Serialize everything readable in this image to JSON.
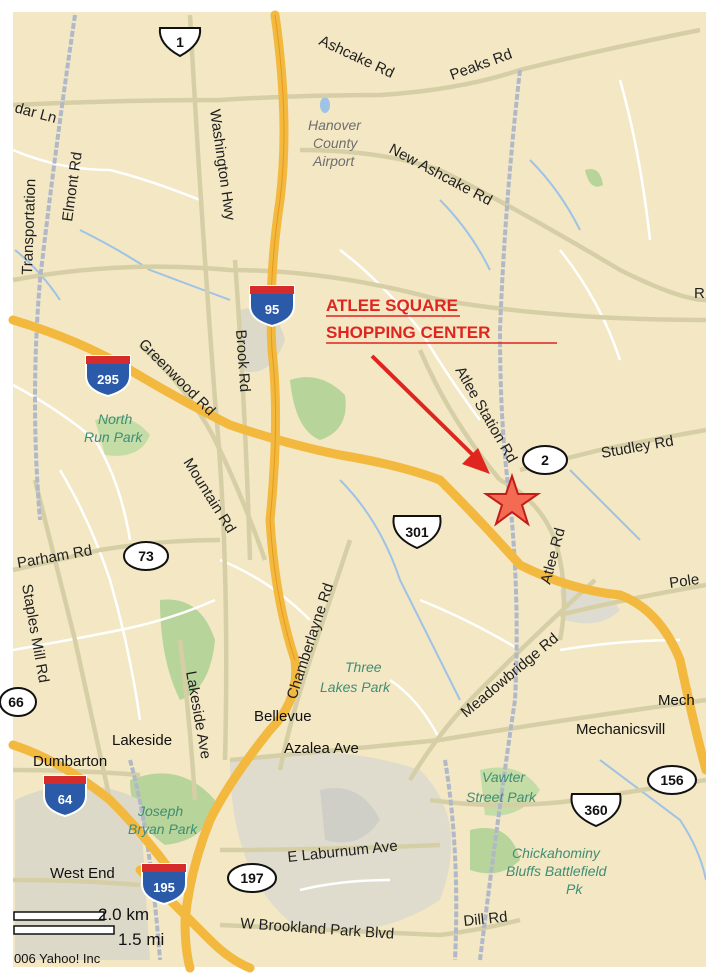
{
  "colors": {
    "land": "#f3e7c4",
    "highway": "#f3b83e",
    "major_road": "#d6cfa6",
    "rail": "#b0b8c9",
    "water": "#9ec3e6",
    "park": "#b7d49a",
    "urban": "#ddd9c9",
    "callout": "#e0251f",
    "interstate_blue": "#2a5aa8",
    "interstate_red": "#d52b2b"
  },
  "callout": {
    "line1": "ATLEE SQUARE",
    "line2": "SHOPPING CENTER",
    "marker_icon": "star-icon"
  },
  "roads": {
    "ashcake": "Ashcake Rd",
    "peaks": "Peaks Rd",
    "new_ashcake": "New Ashcake Rd",
    "cedar": "dar Ln",
    "elmont": "Elmont Rd",
    "transportation": "Transportation",
    "washington": "Washington Hwy",
    "brook": "Brook Rd",
    "greenwood": "Greenwood Rd",
    "mountain": "Mountain Rd",
    "atlee_station": "Atlee Station Rd",
    "studley": "Studley Rd",
    "atlee": "Atlee Rd",
    "parham": "Parham Rd",
    "staples_mill": "Staples Mill Rd",
    "chamberlayne": "Chamberlayne Rd",
    "meadowbridge": "Meadowbridge Rd",
    "pole": "Pole",
    "lakeside_ave": "Lakeside Ave",
    "azalea": "Azalea Ave",
    "e_laburnum": "E Laburnum Ave",
    "w_brookland": "W Brookland Park Blvd",
    "dill": "Dill Rd",
    "right_edge_r": "R"
  },
  "places": {
    "hanover_airport_1": "Hanover",
    "hanover_airport_2": "County",
    "hanover_airport_3": "Airport",
    "north_run_1": "North",
    "north_run_2": "Run Park",
    "three_lakes_1": "Three",
    "three_lakes_2": "Lakes Park",
    "joseph_bryan_1": "Joseph",
    "joseph_bryan_2": "Bryan Park",
    "vawter_1": "Vawter",
    "vawter_2": "Street Park",
    "chick_1": "Chickahominy",
    "chick_2": "Bluffs Battlefield",
    "chick_3": "Pk",
    "bellevue": "Bellevue",
    "lakeside": "Lakeside",
    "dumbarton": "Dumbarton",
    "west_end": "West End",
    "mech_top": "Mech",
    "mechanicsville": "Mechanicsvill"
  },
  "shields": {
    "us1": "1",
    "i95": "95",
    "i295": "295",
    "us301": "301",
    "sr2": "2",
    "sr73": "73",
    "i64": "64",
    "i195": "195",
    "sr197": "197",
    "us360": "360",
    "sr156": "156",
    "edge_shield": "66"
  },
  "scale": {
    "km": "2.0 km",
    "mi": "1.5 mi"
  },
  "copyright": "006 Yahoo! Inc"
}
